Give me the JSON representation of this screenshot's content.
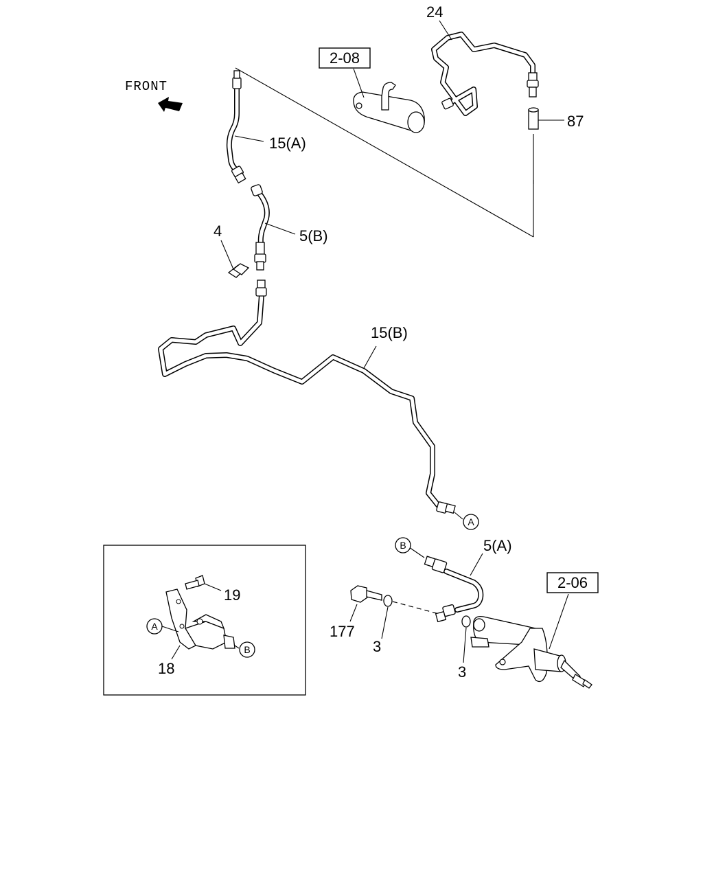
{
  "front": {
    "label": "FRONT"
  },
  "callouts": {
    "p24": "24",
    "p2_08": "2-08",
    "p87": "87",
    "p15a": "15(A)",
    "p5b": "5(B)",
    "p4": "4",
    "p15b": "15(B)",
    "p5a": "5(A)",
    "p2_06": "2-06",
    "p19": "19",
    "p18": "18",
    "p177": "177",
    "p3_left": "3",
    "p3_right": "3"
  },
  "connectors": {
    "a_main": "A",
    "b_main": "B",
    "a_inset": "A",
    "b_inset": "B"
  }
}
